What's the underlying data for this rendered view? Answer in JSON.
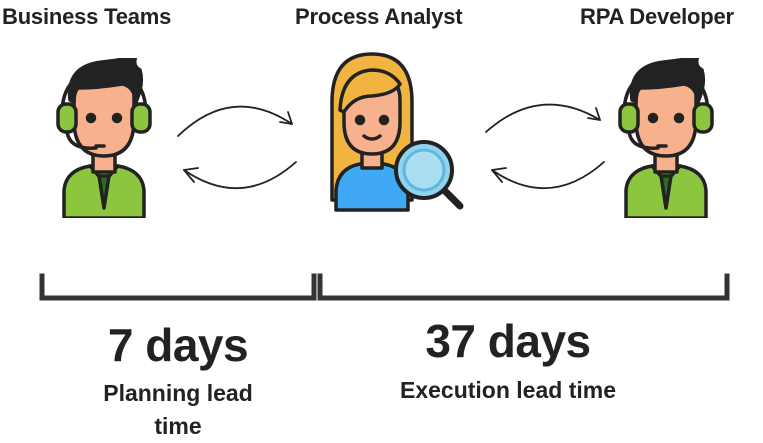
{
  "roles": [
    {
      "title": "Business Teams"
    },
    {
      "title": "Process Analyst"
    },
    {
      "title": "RPA Developer"
    }
  ],
  "phases": [
    {
      "duration": "7 days",
      "label": "Planning lead time"
    },
    {
      "duration": "37 days",
      "label": "Execution lead time"
    }
  ],
  "colors": {
    "text": "#222222",
    "skin": "#F7B28D",
    "hair_dark": "#222222",
    "hair_blonde": "#F2B441",
    "headset": "#8CC63F",
    "shirt_green": "#8CC63F",
    "shirt_blue": "#3FA9F5",
    "lens": "#8FD3EF",
    "timeline": "#333333"
  },
  "icons": [
    "operator-headset-icon",
    "analyst-magnifier-icon",
    "swap-arrows-icon"
  ]
}
